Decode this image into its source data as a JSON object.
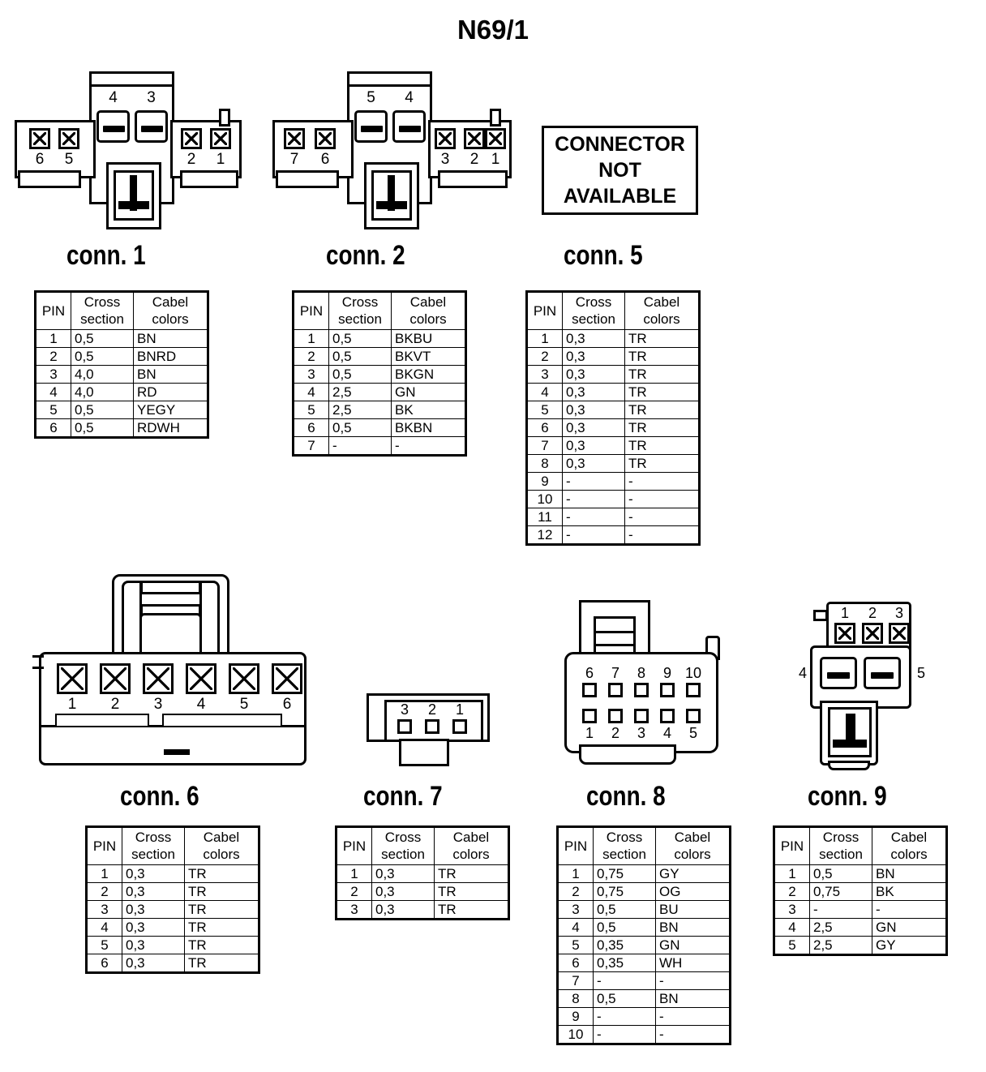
{
  "page": {
    "title": "N69/1"
  },
  "labels": {
    "conn1": "conn. 1",
    "conn2": "conn. 2",
    "conn5": "conn. 5",
    "conn6": "conn. 6",
    "conn7": "conn. 7",
    "conn8": "conn. 8",
    "conn9": "conn. 9"
  },
  "not_available": {
    "line1": "CONNECTOR",
    "line2": "NOT",
    "line3": "AVAILABLE"
  },
  "table_headers": {
    "pin": "PIN",
    "cross": "Cross",
    "section": "section",
    "cabel": "Cabel",
    "colors": "colors"
  },
  "connectors": {
    "conn1": {
      "diagram_pins": [
        "6",
        "5",
        "4",
        "3",
        "2",
        "1"
      ],
      "rows": [
        {
          "pin": "1",
          "cs": "0,5",
          "cc": "BN"
        },
        {
          "pin": "2",
          "cs": "0,5",
          "cc": "BNRD"
        },
        {
          "pin": "3",
          "cs": "4,0",
          "cc": "BN"
        },
        {
          "pin": "4",
          "cs": "4,0",
          "cc": "RD"
        },
        {
          "pin": "5",
          "cs": "0,5",
          "cc": "YEGY"
        },
        {
          "pin": "6",
          "cs": "0,5",
          "cc": "RDWH"
        }
      ]
    },
    "conn2": {
      "diagram_pins": [
        "7",
        "6",
        "5",
        "4",
        "3",
        "2",
        "1"
      ],
      "rows": [
        {
          "pin": "1",
          "cs": "0,5",
          "cc": "BKBU"
        },
        {
          "pin": "2",
          "cs": "0,5",
          "cc": "BKVT"
        },
        {
          "pin": "3",
          "cs": "0,5",
          "cc": "BKGN"
        },
        {
          "pin": "4",
          "cs": "2,5",
          "cc": "GN"
        },
        {
          "pin": "5",
          "cs": "2,5",
          "cc": "BK"
        },
        {
          "pin": "6",
          "cs": "0,5",
          "cc": "BKBN"
        },
        {
          "pin": "7",
          "cs": "-",
          "cc": "-"
        }
      ]
    },
    "conn5": {
      "rows": [
        {
          "pin": "1",
          "cs": "0,3",
          "cc": "TR"
        },
        {
          "pin": "2",
          "cs": "0,3",
          "cc": "TR"
        },
        {
          "pin": "3",
          "cs": "0,3",
          "cc": "TR"
        },
        {
          "pin": "4",
          "cs": "0,3",
          "cc": "TR"
        },
        {
          "pin": "5",
          "cs": "0,3",
          "cc": "TR"
        },
        {
          "pin": "6",
          "cs": "0,3",
          "cc": "TR"
        },
        {
          "pin": "7",
          "cs": "0,3",
          "cc": "TR"
        },
        {
          "pin": "8",
          "cs": "0,3",
          "cc": "TR"
        },
        {
          "pin": "9",
          "cs": "-",
          "cc": "-"
        },
        {
          "pin": "10",
          "cs": "-",
          "cc": "-"
        },
        {
          "pin": "11",
          "cs": "-",
          "cc": "-"
        },
        {
          "pin": "12",
          "cs": "-",
          "cc": "-"
        }
      ]
    },
    "conn6": {
      "diagram_pins": [
        "1",
        "2",
        "3",
        "4",
        "5",
        "6"
      ],
      "rows": [
        {
          "pin": "1",
          "cs": "0,3",
          "cc": "TR"
        },
        {
          "pin": "2",
          "cs": "0,3",
          "cc": "TR"
        },
        {
          "pin": "3",
          "cs": "0,3",
          "cc": "TR"
        },
        {
          "pin": "4",
          "cs": "0,3",
          "cc": "TR"
        },
        {
          "pin": "5",
          "cs": "0,3",
          "cc": "TR"
        },
        {
          "pin": "6",
          "cs": "0,3",
          "cc": "TR"
        }
      ]
    },
    "conn7": {
      "diagram_pins": [
        "3",
        "2",
        "1"
      ],
      "rows": [
        {
          "pin": "1",
          "cs": "0,3",
          "cc": "TR"
        },
        {
          "pin": "2",
          "cs": "0,3",
          "cc": "TR"
        },
        {
          "pin": "3",
          "cs": "0,3",
          "cc": "TR"
        }
      ]
    },
    "conn8": {
      "diagram_pins_top": [
        "6",
        "7",
        "8",
        "9",
        "10"
      ],
      "diagram_pins_bottom": [
        "1",
        "2",
        "3",
        "4",
        "5"
      ],
      "rows": [
        {
          "pin": "1",
          "cs": "0,75",
          "cc": "GY"
        },
        {
          "pin": "2",
          "cs": "0,75",
          "cc": "OG"
        },
        {
          "pin": "3",
          "cs": "0,5",
          "cc": "BU"
        },
        {
          "pin": "4",
          "cs": "0,5",
          "cc": "BN"
        },
        {
          "pin": "5",
          "cs": "0,35",
          "cc": "GN"
        },
        {
          "pin": "6",
          "cs": "0,35",
          "cc": "WH"
        },
        {
          "pin": "7",
          "cs": "-",
          "cc": "-"
        },
        {
          "pin": "8",
          "cs": "0,5",
          "cc": "BN"
        },
        {
          "pin": "9",
          "cs": "-",
          "cc": "-"
        },
        {
          "pin": "10",
          "cs": "-",
          "cc": "-"
        }
      ]
    },
    "conn9": {
      "diagram_pins_top": [
        "1",
        "2",
        "3"
      ],
      "diagram_pin_left": "4",
      "diagram_pin_right": "5",
      "rows": [
        {
          "pin": "1",
          "cs": "0,5",
          "cc": "BN"
        },
        {
          "pin": "2",
          "cs": "0,75",
          "cc": "BK"
        },
        {
          "pin": "3",
          "cs": "-",
          "cc": "-"
        },
        {
          "pin": "4",
          "cs": "2,5",
          "cc": "GN"
        },
        {
          "pin": "5",
          "cs": "2,5",
          "cc": "GY"
        }
      ]
    }
  }
}
